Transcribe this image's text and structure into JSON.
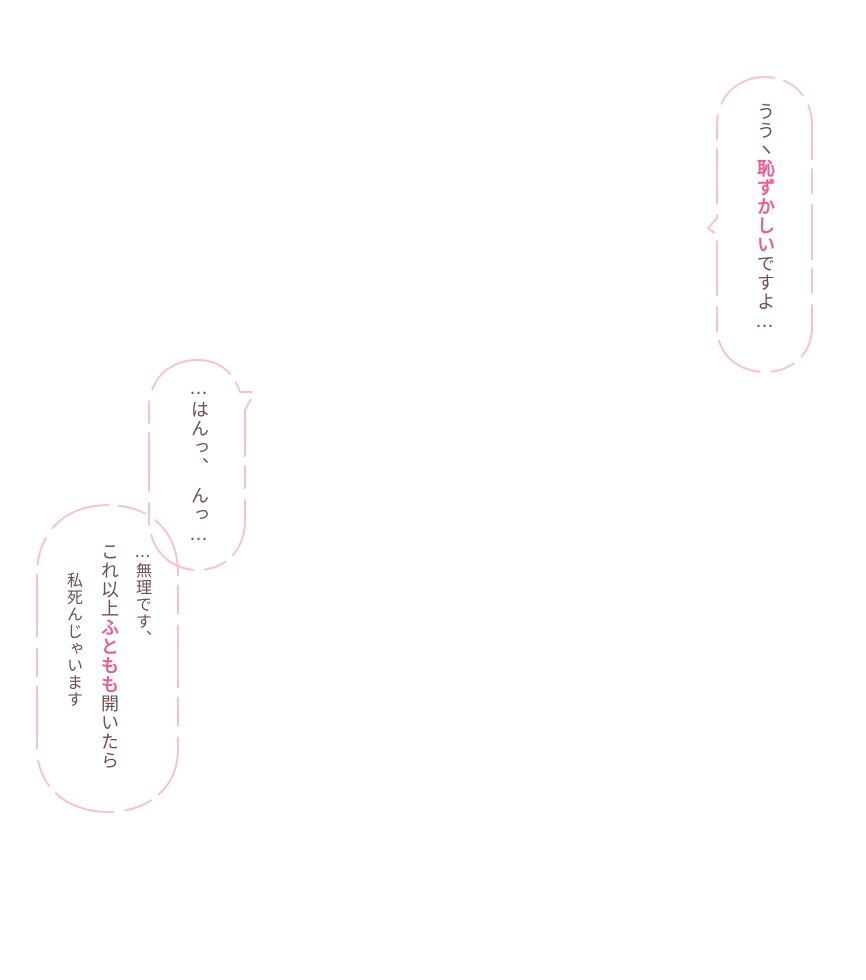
{
  "bubble_top_right": {
    "part1": "ううヽ",
    "highlight": "恥ずかしい",
    "part2": "ですよ…"
  },
  "bubble_middle": {
    "line1": "…はんっ、",
    "line2": "んっ…"
  },
  "bubble_bottom_left": {
    "line1": "…無理です、",
    "line2_part1": "これ以上",
    "line2_highlight": "ふともも",
    "line2_part2": "開いたら",
    "line3": "私死んじゃいます"
  },
  "colors": {
    "text": "#6e4f55",
    "highlight": "#ea5d95",
    "bubble_outline": "#f7c3c8",
    "background": "#ffffff"
  }
}
